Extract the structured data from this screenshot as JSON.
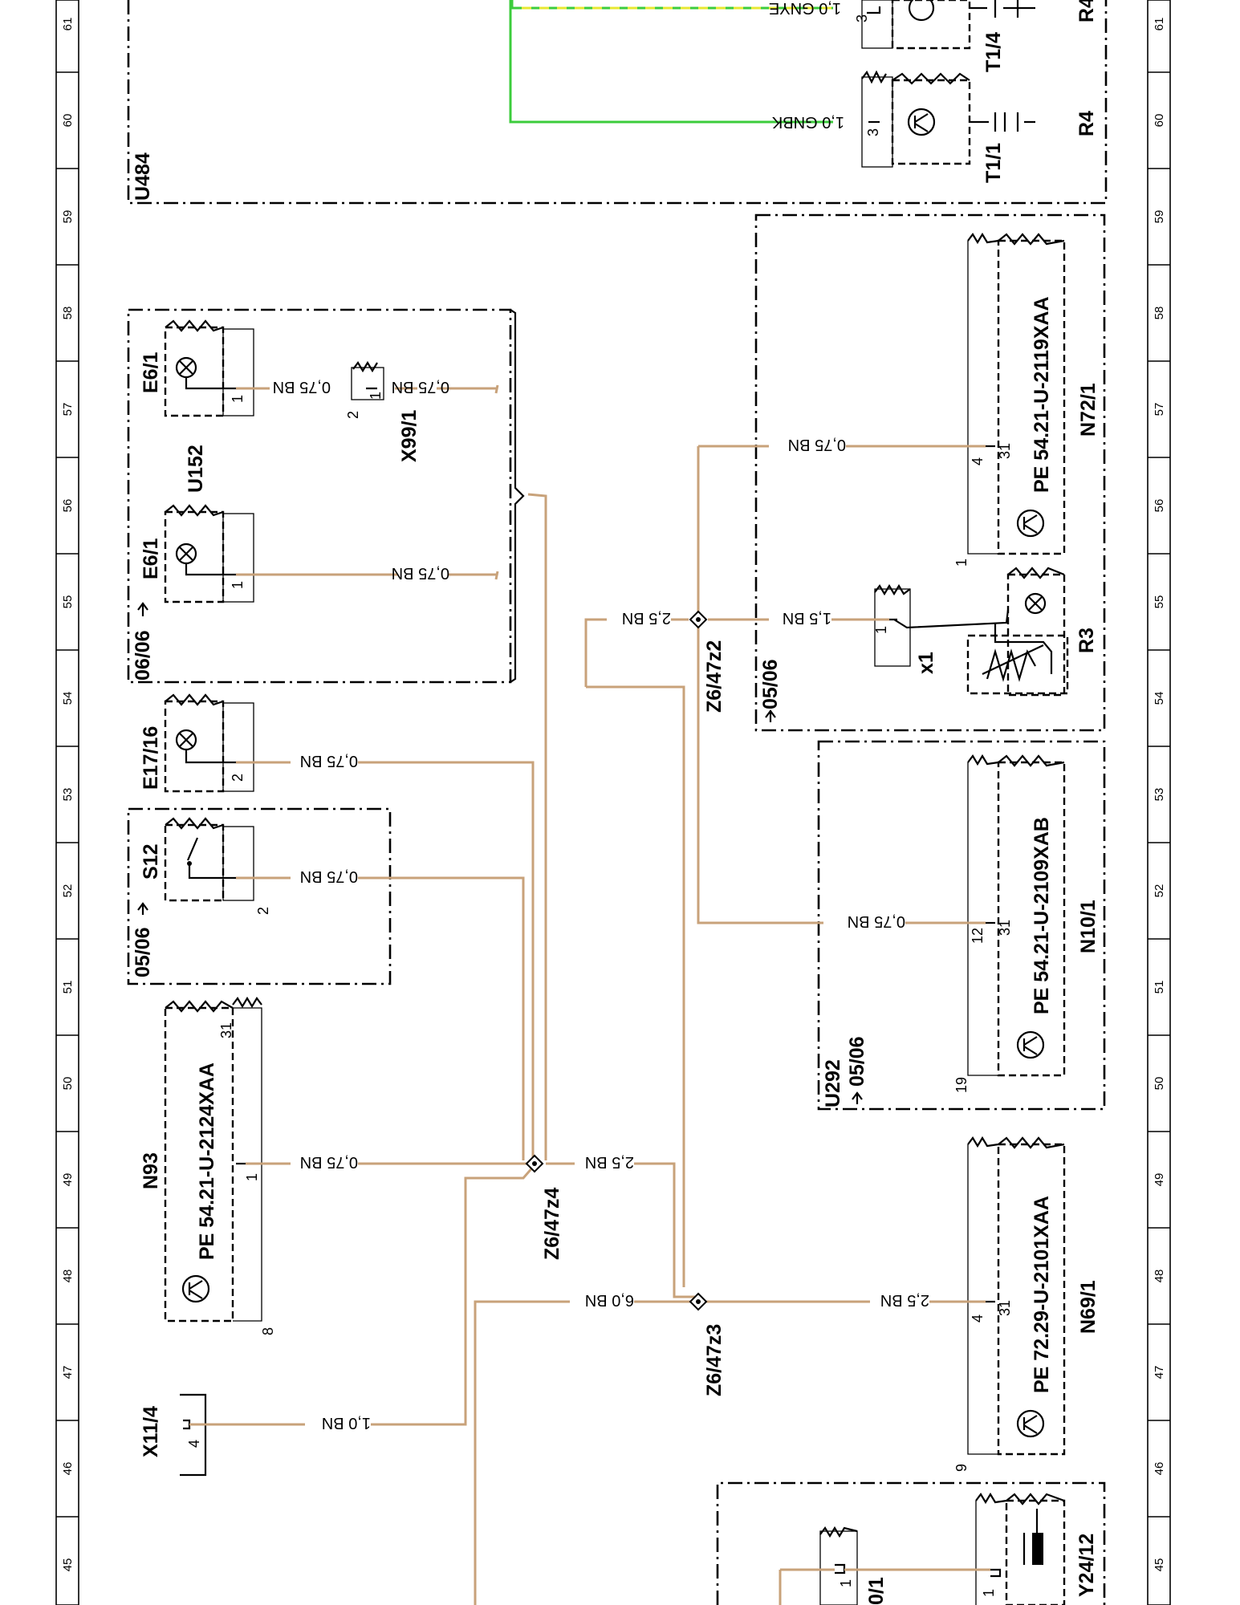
{
  "ruler": {
    "numbers": [
      "61",
      "60",
      "59",
      "58",
      "57",
      "56",
      "55",
      "54",
      "53",
      "52",
      "51",
      "50",
      "49",
      "48",
      "47",
      "46",
      "45"
    ]
  },
  "components": {
    "u484": "U484",
    "t1_4": "T1/4",
    "t1_1": "T1/1",
    "r4a": "R4",
    "r4b": "R4",
    "e6_1a": "E6/1",
    "e6_1b": "E6/1",
    "u152": "U152",
    "x99_1": "X99/1",
    "date_u152": "06/06",
    "e17_16": "E17/16",
    "s12": "S12",
    "date_s12": "05/06",
    "n93": "N93",
    "n93_pe": "PE 54.21-U-2124XAA",
    "x11_4": "X11/4",
    "z6_47z4": "Z6/47z4",
    "z6_47z2": "Z6/47z2",
    "z6_47z3": "Z6/47z3",
    "n72_1": "N72/1",
    "n72_1_pe": "PE 54.21-U-2119XAA",
    "date_x1": "05/06",
    "x1": "x1",
    "r3": "R3",
    "u292": "U292",
    "date_u292": "05/06",
    "n10_1": "N10/1",
    "n10_1_pe": "PE 54.21-U-2109XAB",
    "n69_1": "N69/1",
    "n69_1_pe": "PE 72.29-U-2101XAA",
    "y24_12": "Y24/12",
    "bottom_partial": "0/1"
  },
  "wires": {
    "w_gnye": "1,0 GNYE",
    "w_gnbk": "1,0 GNBK",
    "w_e6a": "0,75 BN",
    "w_x99a": "0,75 BN",
    "w_x99b": "0,75 BN",
    "w_e6b": "0,75 BN",
    "w_e17": "0,75 BN",
    "w_s12": "0,75 BN",
    "w_n93": "0,75 BN",
    "w_x11": "1,0 BN",
    "w_z4": "2,5 BN",
    "w_z3": "6,0 BN",
    "w_n72": "0,75 BN",
    "w_z2l": "2,5 BN",
    "w_x1": "1,5 BN",
    "w_n10": "0,75 BN",
    "w_n69": "2,5 BN"
  },
  "pins": {
    "p_t14": "3",
    "p_t11": "3",
    "p_e6a": "1",
    "p_x99a": "1",
    "p_x99b": "2",
    "p_e6b": "1",
    "p_e17": "2",
    "p_s12": "2",
    "p_n93a": "1",
    "p_n93b": "31",
    "p_n93c": "8",
    "p_x11": "4",
    "p_n72a": "31",
    "p_n72b": "4",
    "p_n72c": "1",
    "p_x1": "1",
    "p_n10a": "31",
    "p_n10b": "12",
    "p_n10c": "19",
    "p_n69a": "31",
    "p_n69b": "4",
    "p_n69c": "9",
    "p_y24": "1",
    "p_bot": "1"
  },
  "colors": {
    "wire_brown": "#c8a27a",
    "wire_green": "#3ccc3c",
    "wire_yellow": "#e8e832"
  }
}
